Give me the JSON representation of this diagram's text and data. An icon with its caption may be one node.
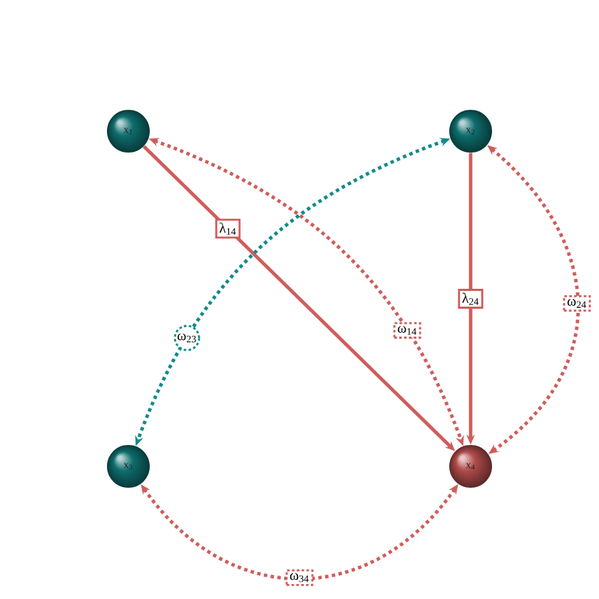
{
  "diagram": {
    "nodes": [
      {
        "text": [
          "x$_{1}$"
        ]
      },
      {
        "text": [
          "x$_{2}$"
        ]
      },
      {
        "text": [
          "x$_{3}$"
        ]
      },
      {
        "text": [
          "x$_{4}$"
        ]
      }
    ],
    "edges": [
      {
        "from": 0,
        "to": 3,
        "arrow": "to",
        "label": "λ$_{14}$"
      },
      {
        "from": 1,
        "to": 3,
        "arrow": "to",
        "label": "λ$_{24}$"
      },
      {
        "from": 0,
        "to": 3,
        "arrow": "both",
        "label": "ω$_{14}$",
        "style": "dashed"
      },
      {
        "from": 1,
        "to": 3,
        "arrow": "both",
        "label": "ω$_{24}$",
        "style": "dashed"
      },
      {
        "from": 1,
        "to": 2,
        "arrow": "both",
        "label": "ω$_{23}$",
        "style": "dashed",
        "color": "#138a8a"
      },
      {
        "from": 2,
        "to": 3,
        "arrow": "both",
        "label": "ω$_{34}$",
        "style": "dashed"
      }
    ]
  }
}
